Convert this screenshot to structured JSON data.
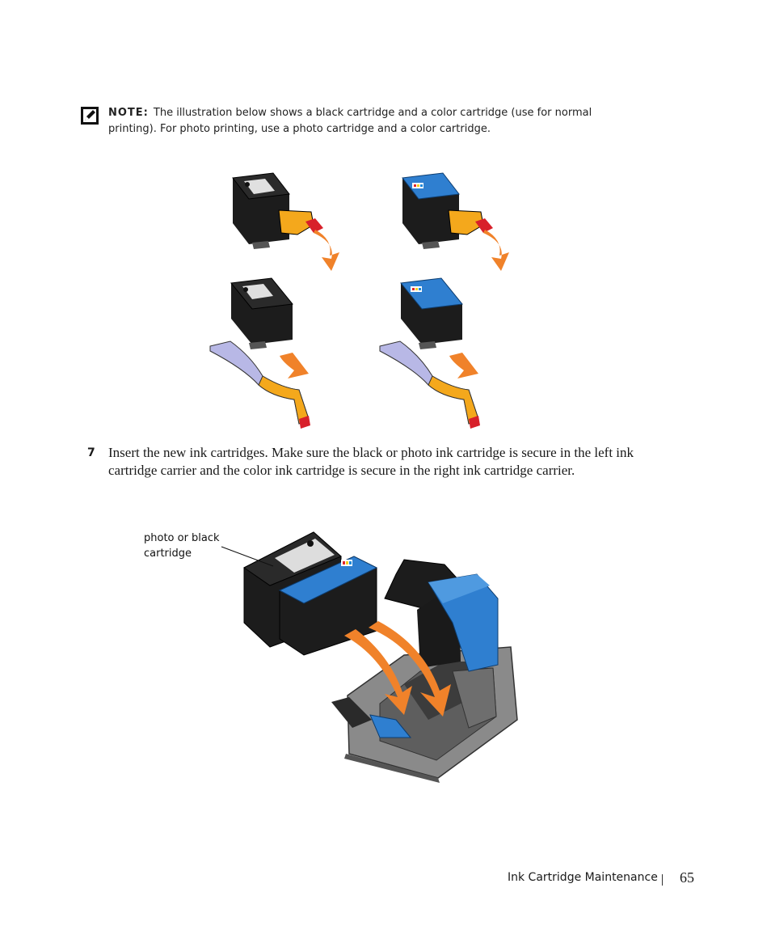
{
  "note": {
    "label": "NOTE:",
    "text": "The illustration below shows a black cartridge and a color cartridge (use for normal printing). For photo printing, use a photo cartridge and a color cartridge.",
    "icon": "pencil-note-icon"
  },
  "step": {
    "number": "7",
    "text": "Insert the new ink cartridges. Make sure the black or photo ink cartridge is secure in the left ink cartridge carrier and the color ink cartridge is secure in the right ink cartridge carrier."
  },
  "figure2": {
    "callout": "photo or black cartridge"
  },
  "footer": {
    "section_title": "Ink Cartridge Maintenance",
    "page_number": "65"
  },
  "colors": {
    "cartridge_black": "#1c1c1c",
    "cartridge_blue": "#2f7fd0",
    "tape_yellow": "#f4a81c",
    "tape_lavender": "#b8b8e6",
    "arrow_orange": "#f0822a",
    "carrier_gray": "#7d7d7d"
  }
}
